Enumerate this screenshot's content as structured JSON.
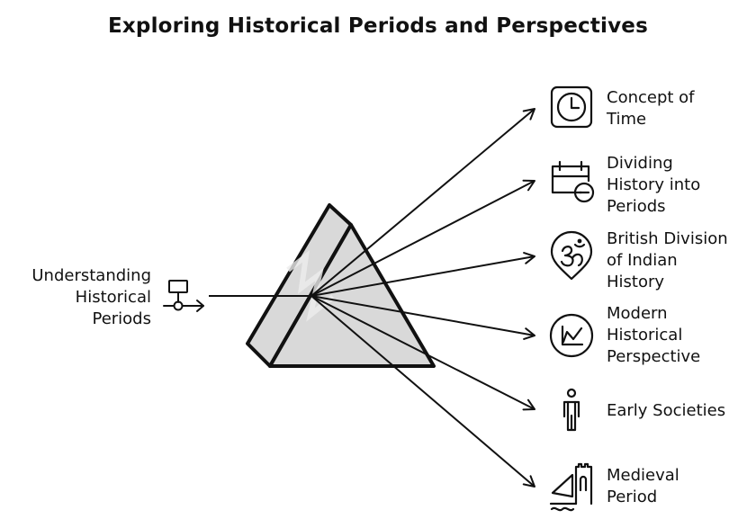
{
  "title": "Exploring Historical Periods and Perspectives",
  "input": {
    "lines": [
      "Understanding",
      "Historical",
      "Periods"
    ],
    "icon": "flowchart-node-icon"
  },
  "outputs": [
    {
      "lines": [
        "Concept of",
        "Time"
      ],
      "icon": "clock-icon"
    },
    {
      "lines": [
        "Dividing",
        "History into",
        "Periods"
      ],
      "icon": "calendar-minus-icon"
    },
    {
      "lines": [
        "British Division",
        "of Indian",
        "History"
      ],
      "icon": "om-symbol-icon"
    },
    {
      "lines": [
        "Modern",
        "Historical",
        "Perspective"
      ],
      "icon": "line-chart-icon"
    },
    {
      "lines": [
        "Early Societies"
      ],
      "icon": "person-icon"
    },
    {
      "lines": [
        "Medieval",
        "Period"
      ],
      "icon": "castle-icon"
    }
  ]
}
